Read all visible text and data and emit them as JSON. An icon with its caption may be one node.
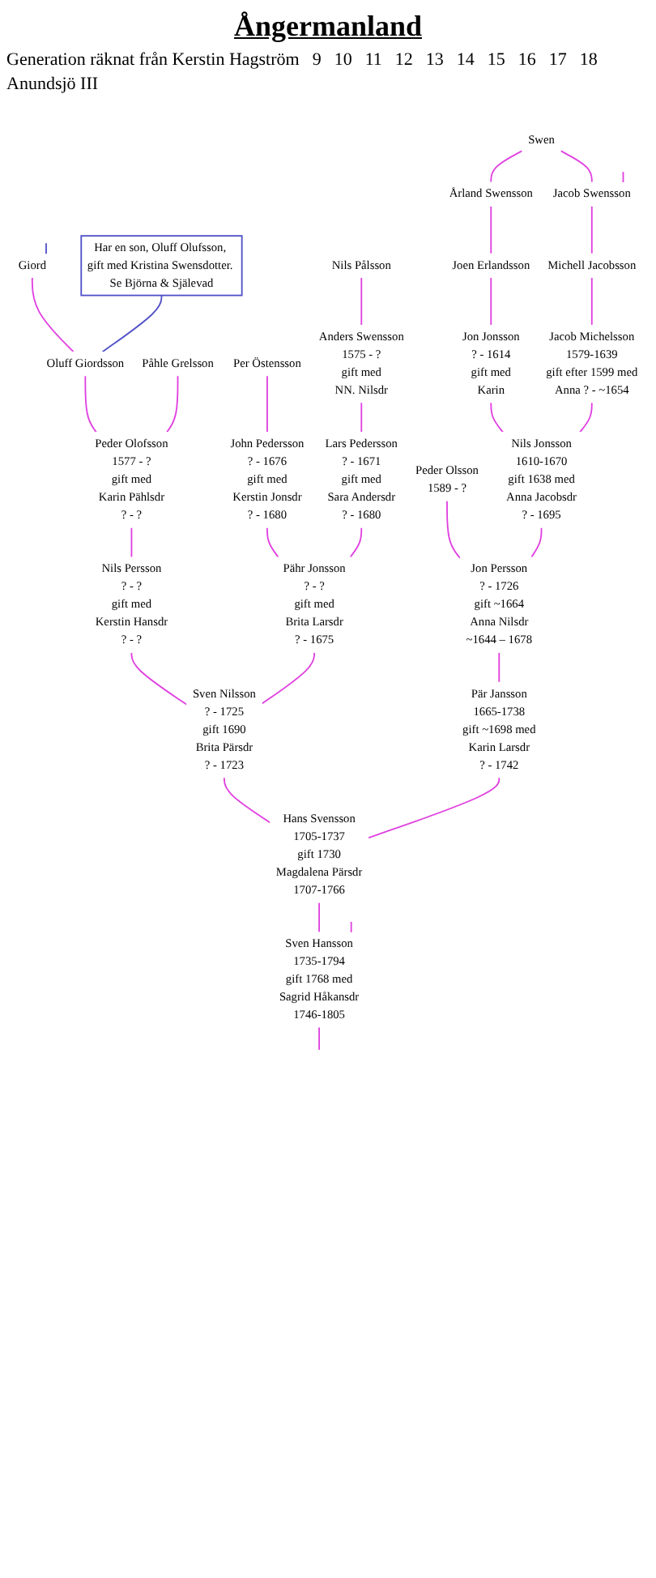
{
  "diagram": {
    "title": "Ångermanland",
    "nodes": [
      {
        "text": [
          "Sven Hansson",
          "1735-1794",
          "gift 1768 med",
          "Sagrid Håkansdr",
          "1746-1805"
        ]
      },
      {
        "text": [
          "Hans Svensson",
          "1705-1737",
          "gift 1730",
          "Magdalena Pärsdr",
          "1707-1766"
        ]
      },
      {
        "text": [
          "Sven Nilsson",
          "? - 1725",
          "gift 1690",
          "Brita Pärsdr",
          "? - 1723"
        ]
      },
      {
        "text": [
          "Pär Jansson",
          "1665-1738",
          "gift ~1698 med",
          "Karin Larsdr",
          "? - 1742"
        ]
      },
      {
        "text": [
          "Nils Persson",
          "? - ?",
          "gift med",
          "Kerstin Hansdr",
          "? - ?"
        ]
      },
      {
        "text": [
          "Pähr Jonsson",
          "? - ?",
          "gift med",
          "Brita Larsdr",
          "? - 1675"
        ]
      },
      {
        "text": [
          "Jon Persson",
          "? - 1726",
          "gift ~1664",
          "Anna Nilsdr",
          "~1644 – 1678"
        ]
      },
      {
        "text": [
          "Peder Olofsson",
          "1577 - ?",
          "gift med",
          "Karin Pählsdr",
          "? - ?"
        ]
      },
      {
        "text": [
          "John Pedersson",
          "? - 1676",
          "gift med",
          "Kerstin Jonsdr",
          "? - 1680"
        ]
      },
      {
        "text": [
          "Lars Pedersson",
          "? - 1671",
          "gift med",
          "Sara Andersdr",
          "? - 1680"
        ]
      },
      {
        "text": [
          "Peder Olsson",
          "1589 - ?"
        ]
      },
      {
        "text": [
          "Nils Jonsson",
          "1610-1670",
          "gift 1638 med",
          "Anna Jacobsdr",
          "? - 1695"
        ]
      },
      {
        "text": [
          "Oluff Giordsson"
        ]
      },
      {
        "text": [
          "Påhle Grelsson"
        ]
      },
      {
        "text": [
          "Per Östensson"
        ]
      },
      {
        "text": [
          "Anders Swensson",
          "1575 - ?",
          "gift med",
          "NN. Nilsdr"
        ]
      },
      {
        "text": [
          "Jon Jonsson",
          "? - 1614",
          "gift med",
          "Karin"
        ]
      },
      {
        "text": [
          "Jacob Michelsson",
          "1579-1639",
          "gift efter 1599 med",
          "Anna ? - ~1654"
        ]
      },
      {
        "text": [
          "Giord"
        ]
      },
      {
        "text": [
          "Nils Pålsson"
        ]
      },
      {
        "text": [
          "Joen Erlandsson"
        ]
      },
      {
        "text": [
          "Michell Jacobsson"
        ]
      },
      {
        "text": [
          "Årland Swensson"
        ]
      },
      {
        "text": [
          "Jacob Swensson"
        ]
      },
      {
        "text": [
          "Swen"
        ]
      },
      {
        "text": [
          "Har en son, Oluff Olufsson, gift med Kristina Swensdotter. Se Björna & Själevad"
        ]
      }
    ],
    "edges": [
      {
        "from": null,
        "to": 0,
        "arrow": "none"
      },
      {
        "from": 0,
        "to": null,
        "arrow": "none"
      },
      {
        "from": 0,
        "to": 1,
        "arrow": "none"
      },
      {
        "from": 1,
        "to": 2,
        "arrow": "none"
      },
      {
        "from": 1,
        "to": 3,
        "arrow": "none"
      },
      {
        "from": 2,
        "to": 4,
        "arrow": "none"
      },
      {
        "from": 2,
        "to": 5,
        "arrow": "none"
      },
      {
        "from": 3,
        "to": 6,
        "arrow": "none"
      },
      {
        "from": 4,
        "to": 7,
        "arrow": "none"
      },
      {
        "from": 5,
        "to": 8,
        "arrow": "none"
      },
      {
        "from": 5,
        "to": 9,
        "arrow": "none"
      },
      {
        "from": 6,
        "to": 10,
        "arrow": "none"
      },
      {
        "from": 6,
        "to": 11,
        "arrow": "none"
      },
      {
        "from": 7,
        "to": 12,
        "arrow": "none"
      },
      {
        "from": 7,
        "to": 13,
        "arrow": "none"
      },
      {
        "from": 8,
        "to": 14,
        "arrow": "none"
      },
      {
        "from": 9,
        "to": 15,
        "arrow": "none"
      },
      {
        "from": 11,
        "to": 16,
        "arrow": "none"
      },
      {
        "from": 11,
        "to": 17,
        "arrow": "none"
      },
      {
        "from": 12,
        "to": 18,
        "arrow": "none"
      },
      {
        "from": 12,
        "to": 25,
        "arrow": "none",
        "color": "#5050c8"
      },
      {
        "from": 18,
        "to": null,
        "arrow": "none",
        "color": "#5050c8"
      },
      {
        "from": 15,
        "to": 19,
        "arrow": "none"
      },
      {
        "from": 16,
        "to": 20,
        "arrow": "none"
      },
      {
        "from": 17,
        "to": 21,
        "arrow": "none"
      },
      {
        "from": 20,
        "to": 22,
        "arrow": "none"
      },
      {
        "from": 21,
        "to": 23,
        "arrow": "none"
      },
      {
        "from": 22,
        "to": 24,
        "arrow": "none"
      },
      {
        "from": 23,
        "to": 24,
        "arrow": "none"
      },
      {
        "from": 23,
        "to": null,
        "arrow": "none"
      }
    ],
    "labels": [
      "Generation räknat från Kerstin Hagström",
      "9",
      "10",
      "11",
      "12",
      "13",
      "14",
      "15",
      "16",
      "17",
      "18",
      "Anundsjö III"
    ]
  }
}
